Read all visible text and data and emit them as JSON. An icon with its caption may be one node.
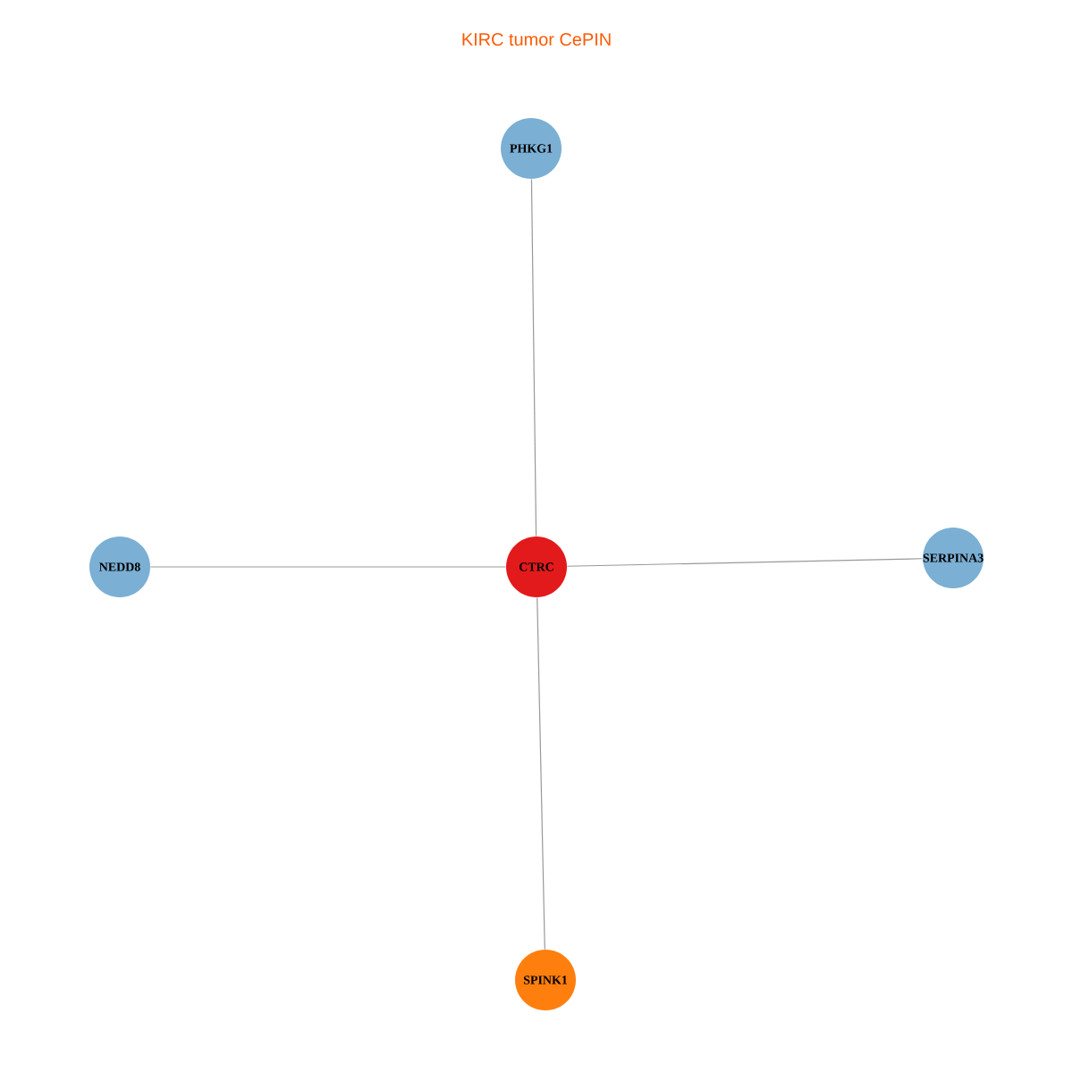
{
  "diagram": {
    "title": "KIRC tumor CePIN",
    "nodes": [
      {
        "text": [
          "PHKG1"
        ]
      },
      {
        "text": [
          "NEDD8"
        ]
      },
      {
        "text": [
          "CTRC"
        ]
      },
      {
        "text": [
          "SERPINA3"
        ]
      },
      {
        "text": [
          "SPINK1"
        ]
      }
    ],
    "edges": [
      {
        "from": 2,
        "to": 0,
        "arrow": "none"
      },
      {
        "from": 2,
        "to": 1,
        "arrow": "none"
      },
      {
        "from": 2,
        "to": 3,
        "arrow": "none"
      },
      {
        "from": 2,
        "to": 4,
        "arrow": "none"
      }
    ]
  }
}
